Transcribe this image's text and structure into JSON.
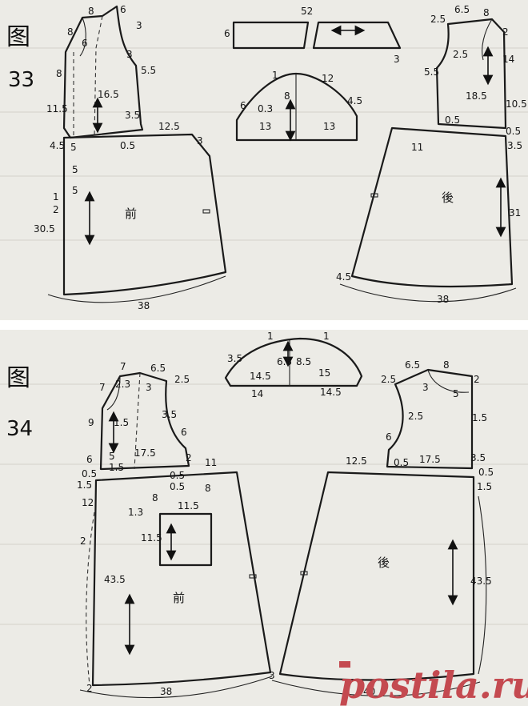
{
  "figure33": {
    "title": "图",
    "number": "33",
    "front_label": "前",
    "back_label": "後",
    "labels": [
      "8",
      "6",
      "3",
      "8",
      "6",
      "8",
      "3",
      "5.5",
      "16.5",
      "11.5",
      "3.5",
      "12.5",
      "4.5",
      "5",
      "0.5",
      "3",
      "5",
      "1",
      "5",
      "2",
      "30.5",
      "38",
      "52",
      "6",
      "3",
      "1",
      "12",
      "6",
      "0.3",
      "8",
      "4.5",
      "13",
      "13",
      "2.5",
      "6.5",
      "8",
      "2",
      "2.5",
      "14",
      "5.5",
      "18.5",
      "10.5",
      "0.5",
      "0.5",
      "11",
      "3.5",
      "31",
      "4.5",
      "38"
    ]
  },
  "figure34": {
    "title": "图",
    "number": "34",
    "front_label": "前",
    "back_label": "後",
    "labels": [
      "1",
      "1",
      "3.5",
      "6.5",
      "8.5",
      "14.5",
      "15",
      "14",
      "14.5",
      "7",
      "6.5",
      "2.5",
      "7",
      "2.3",
      "3",
      "9",
      "1.5",
      "3.5",
      "6",
      "6",
      "5",
      "1.5",
      "17.5",
      "2",
      "0.5",
      "11",
      "1.5",
      "0.5",
      "12",
      "8",
      "0.5",
      "8",
      "1.3",
      "11.5",
      "11.5",
      "2",
      "43.5",
      "2",
      "38",
      "3",
      "6.5",
      "8",
      "2.5",
      "2",
      "3",
      "5",
      "2.5",
      "1.5",
      "6",
      "12.5",
      "0.5",
      "17.5",
      "3.5",
      "0.5",
      "1.5",
      "43.5",
      "40"
    ]
  },
  "watermark": "postila.ru"
}
